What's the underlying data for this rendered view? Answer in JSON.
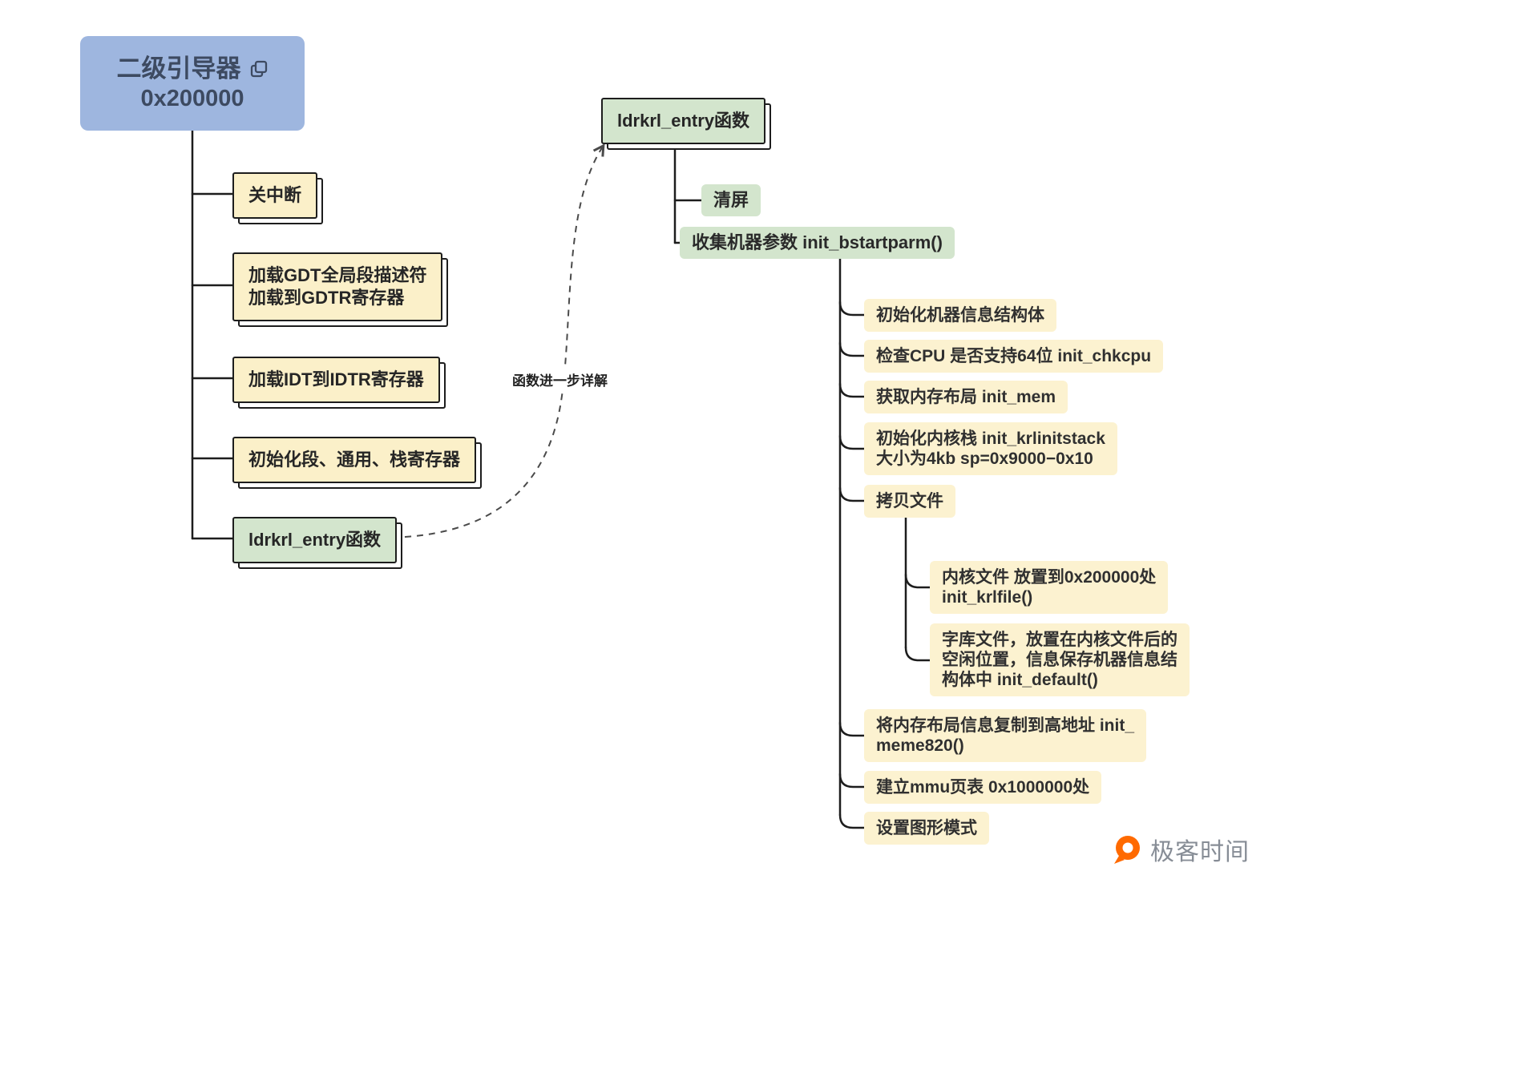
{
  "root": {
    "title": "二级引导器",
    "address": "0x200000"
  },
  "left_branch": {
    "items": [
      {
        "label": "关中断"
      },
      {
        "label": "加载GDT全局段描述符\n加载到GDTR寄存器"
      },
      {
        "label": "加载IDT到IDTR寄存器"
      },
      {
        "label": "初始化段、通用、栈寄存器"
      },
      {
        "label": "ldrkrl_entry函数"
      }
    ]
  },
  "edge_label": "函数进一步详解",
  "entry_branch": {
    "title": "ldrkrl_entry函数",
    "clear_screen": "清屏",
    "collect_params": "收集机器参数 init_bstartparm()"
  },
  "param_steps": [
    {
      "label": "初始化机器信息结构体"
    },
    {
      "label": "检查CPU 是否支持64位 init_chkcpu"
    },
    {
      "label": "获取内存布局 init_mem"
    },
    {
      "label": "初始化内核栈 init_krlinitstack\n大小为4kb sp=0x9000−0x10"
    },
    {
      "label": "拷贝文件"
    },
    {
      "label": "将内存布局信息复制到高地址 init_\nmeme820()"
    },
    {
      "label": "建立mmu页表 0x1000000处"
    },
    {
      "label": "设置图形模式"
    }
  ],
  "copy_steps": [
    {
      "label": "内核文件 放置到0x200000处\ninit_krlfile()"
    },
    {
      "label": "字库文件，放置在内核文件后的\n空闲位置，信息保存机器信息结\n构体中 init_default()"
    }
  ],
  "brand": {
    "name": "极客时间"
  },
  "colors": {
    "root_fill": "#9eb6df",
    "card_yellow": "#fbf0c9",
    "chip_yellow": "#fcf2d0",
    "green": "#d3e5cd",
    "line": "#1d1d1d",
    "brand_orange": "#ff6a00"
  }
}
